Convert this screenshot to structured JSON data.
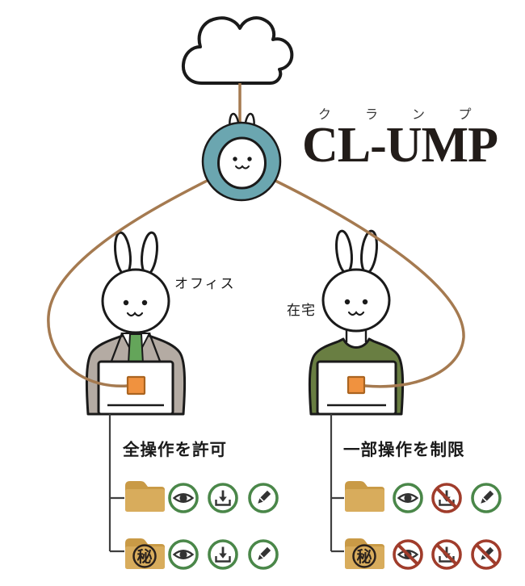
{
  "service": {
    "name": "CL-UMP",
    "furigana": "クランプ"
  },
  "hub": {
    "icon": "rabbit-mascot-in-ring",
    "cloud_icon": "cloud"
  },
  "users": [
    {
      "id": "office",
      "label": "オフィス",
      "outfit": "suit-and-tie",
      "device": "laptop"
    },
    {
      "id": "home",
      "label": "在宅",
      "outfit": "green-sweater",
      "device": "laptop"
    }
  ],
  "policies": [
    {
      "user": "office",
      "caption": "全操作を許可",
      "folders": [
        {
          "type": "normal",
          "stamp": "",
          "permissions": {
            "view": true,
            "download": true,
            "edit": true
          }
        },
        {
          "type": "confidential",
          "stamp": "秘",
          "permissions": {
            "view": true,
            "download": true,
            "edit": true
          }
        }
      ]
    },
    {
      "user": "home",
      "caption": "一部操作を制限",
      "folders": [
        {
          "type": "normal",
          "stamp": "",
          "permissions": {
            "view": true,
            "download": false,
            "edit": true
          }
        },
        {
          "type": "confidential",
          "stamp": "秘",
          "permissions": {
            "view": false,
            "download": false,
            "edit": false
          }
        }
      ]
    }
  ],
  "icons": [
    "eye-icon",
    "download-icon",
    "pencil-icon",
    "cloud-icon",
    "folder-icon",
    "rabbit-icon"
  ],
  "colors": {
    "allowed": "#4a8749",
    "denied": "#a03c2b",
    "teal": "#6ba6b0",
    "connection": "#a57a50",
    "logo_orange": "#f0923f",
    "suit": "#b4aba3",
    "tie": "#64a55a",
    "sweater": "#697e42",
    "folder_back": "#c99a46",
    "folder_front": "#d8ac5c",
    "outline": "#1a1a1a",
    "tree": "#3f3f3f"
  }
}
